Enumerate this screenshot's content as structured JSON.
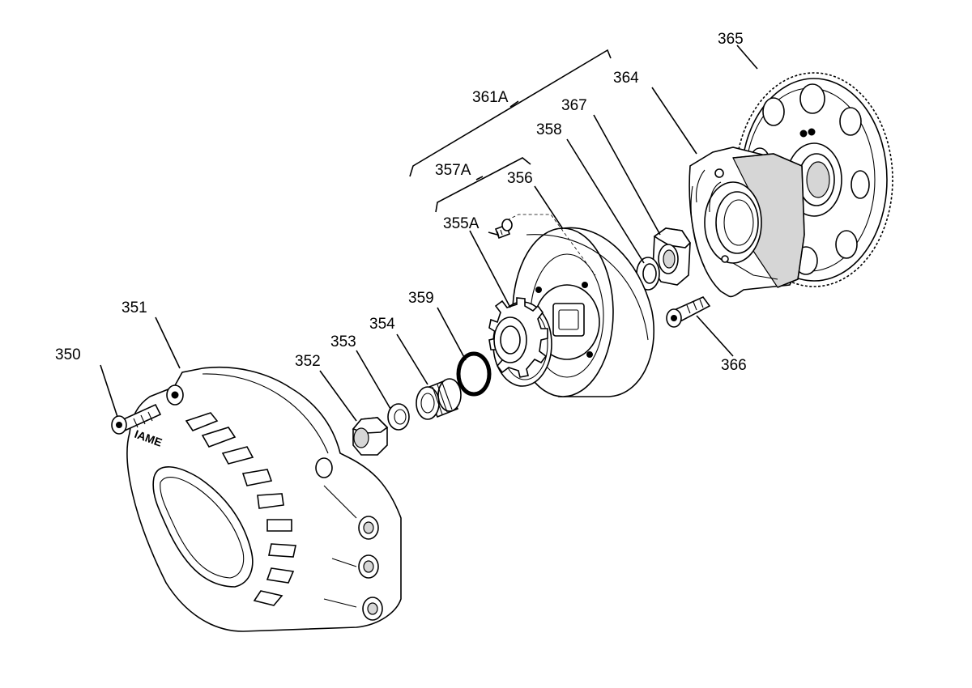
{
  "diagram": {
    "callouts": [
      {
        "id": "350",
        "label": "350"
      },
      {
        "id": "351",
        "label": "351"
      },
      {
        "id": "352",
        "label": "352"
      },
      {
        "id": "353",
        "label": "353"
      },
      {
        "id": "354",
        "label": "354"
      },
      {
        "id": "355A",
        "label": "355A"
      },
      {
        "id": "356",
        "label": "356"
      },
      {
        "id": "357A",
        "label": "357A"
      },
      {
        "id": "358",
        "label": "358"
      },
      {
        "id": "359",
        "label": "359"
      },
      {
        "id": "361A",
        "label": "361A"
      },
      {
        "id": "364",
        "label": "364"
      },
      {
        "id": "365",
        "label": "365"
      },
      {
        "id": "366",
        "label": "366"
      },
      {
        "id": "367",
        "label": "367"
      }
    ],
    "cover_logo_text": "IAME"
  }
}
